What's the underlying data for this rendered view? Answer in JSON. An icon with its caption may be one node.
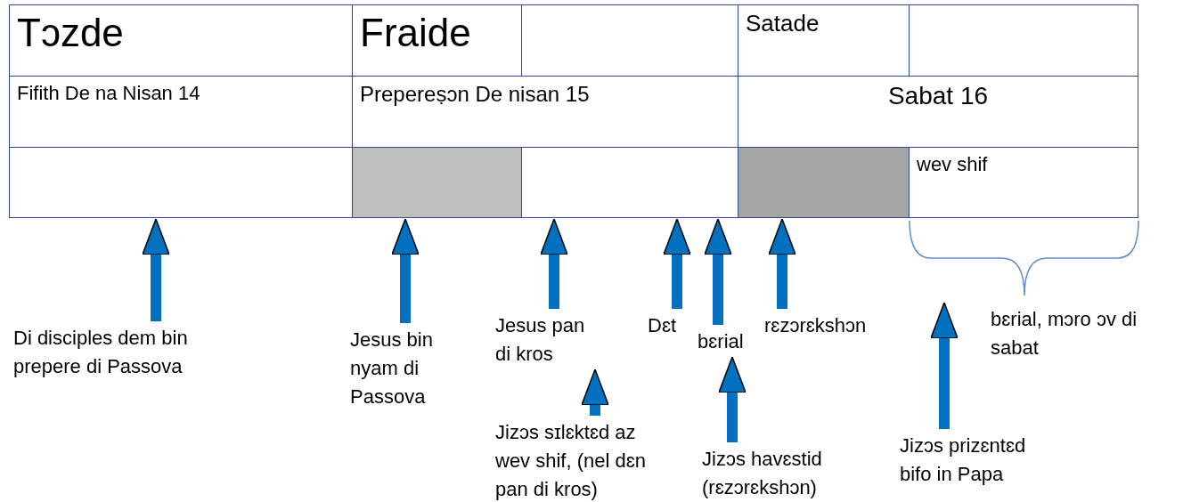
{
  "diagram": {
    "nodes": [
      {
        "text": [
          "Tɔzde"
        ]
      },
      {
        "text": [
          "Fraide"
        ]
      },
      {
        "text": [],
        "shape": "box"
      },
      {
        "text": [
          "Satade"
        ]
      },
      {
        "text": [],
        "shape": "box"
      },
      {
        "text": [
          "Fifith De na Nisan 14"
        ]
      },
      {
        "text": [
          "Prepereṣɔn De nisan 15"
        ]
      },
      {
        "text": [
          "Sabat 16"
        ]
      },
      {
        "text": [],
        "shape": "box"
      },
      {
        "text": [],
        "shape": "box"
      },
      {
        "text": [],
        "shape": "box"
      },
      {
        "text": [],
        "shape": "box"
      },
      {
        "text": [
          "wev shif"
        ]
      },
      {
        "text": [
          "Di disciples dem bin prepere di Passova"
        ]
      },
      {
        "text": [
          "Jesus bin nyam di Passova"
        ]
      },
      {
        "text": [
          "Jesus pan di kros"
        ]
      },
      {
        "text": [
          "Dɛt"
        ]
      },
      {
        "text": [
          "bɛrial"
        ]
      },
      {
        "text": [
          "rɛzɔrɛkshɔn"
        ]
      },
      {
        "text": [
          "Jizɔs sɪlɛktɛd az wev shif, (nel dɛn pan di kros)"
        ]
      },
      {
        "text": [
          "Jizɔs havɛstid (rɛzɔrɛkshɔn)"
        ]
      },
      {
        "text": [
          "Jizɔs prizɛntɛd bifo in Papa"
        ]
      }
    ],
    "edges": [
      {
        "from": 13,
        "to": 8,
        "arrow": "to"
      },
      {
        "from": 14,
        "to": 9,
        "arrow": "to"
      },
      {
        "from": 15,
        "to": 10,
        "arrow": "to"
      },
      {
        "from": 16,
        "to": 10,
        "arrow": "to"
      },
      {
        "from": 17,
        "to": 10,
        "arrow": "to"
      },
      {
        "from": 18,
        "to": 11,
        "arrow": "to"
      },
      {
        "from": 19,
        "to": 15,
        "arrow": "to"
      },
      {
        "from": 20,
        "to": 17,
        "arrow": "to"
      },
      {
        "from": 21,
        "to": null,
        "arrow": "to"
      }
    ],
    "labels": [
      "bɛrial, mɔro ɔv di sabat"
    ]
  }
}
